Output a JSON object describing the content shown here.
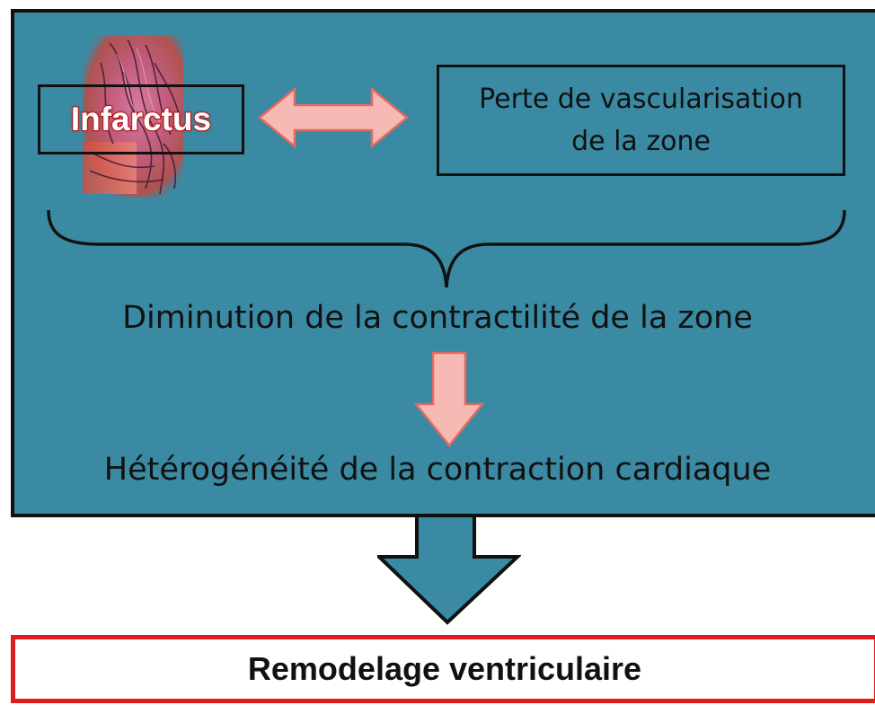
{
  "infarctus": {
    "label": "Infarctus"
  },
  "perte": {
    "text": "Perte de vascularisation\nde la zone"
  },
  "diminution": {
    "text": "Diminution de la contractilité de la zone"
  },
  "heterogeneite": {
    "text": "Hétérogénéité de la contraction cardiaque"
  },
  "result": {
    "text": "Remodelage ventriculaire"
  },
  "colors": {
    "panel": "#3a8aa3",
    "arrow_pink": "#f7b9b4",
    "arrow_pink_stroke": "#e26a63",
    "result_border": "#e11b1b"
  }
}
